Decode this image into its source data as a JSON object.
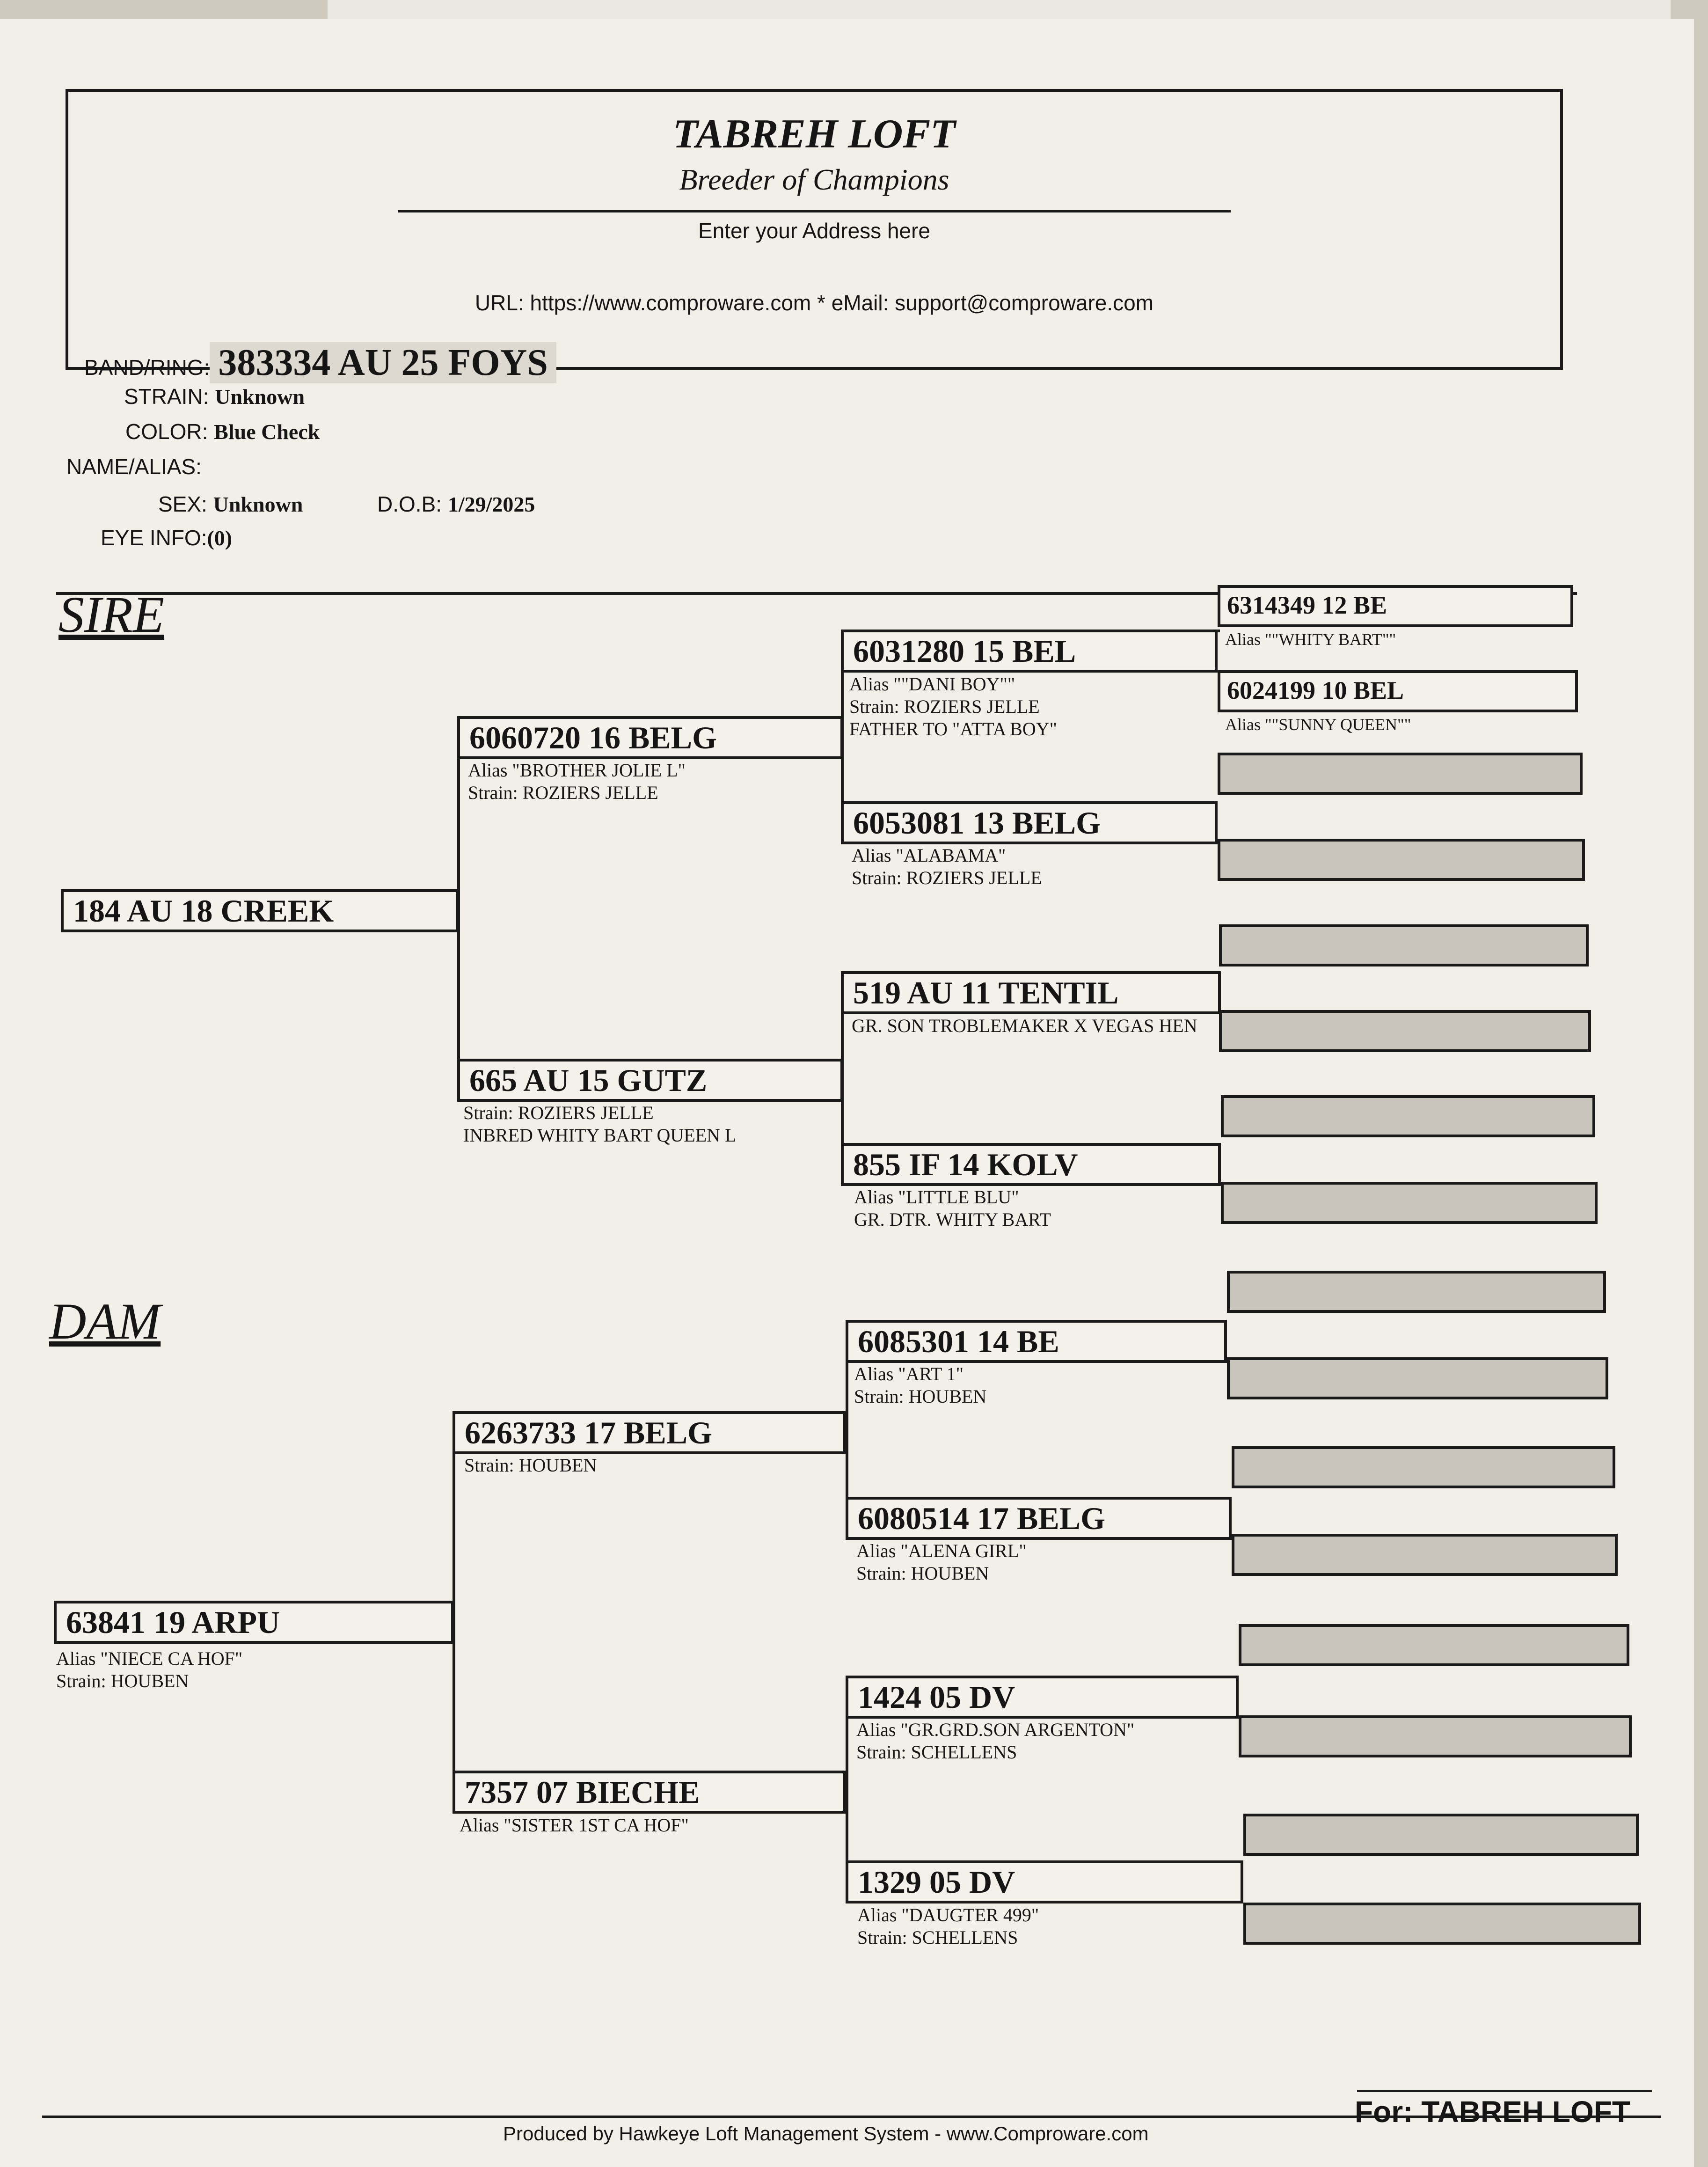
{
  "header": {
    "loft_name": "TABREH LOFT",
    "motto": "Breeder of Champions",
    "address": "Enter your Address here",
    "contact": "URL: https://www.comproware.com * eMail: support@comproware.com"
  },
  "bird": {
    "band_label": "BAND/RING:",
    "band": "383334 AU 25 FOYS",
    "strain_label": "STRAIN:",
    "strain": "Unknown",
    "color_label": "COLOR:",
    "color": "Blue Check",
    "name_label": "NAME/ALIAS:",
    "sex_label": "SEX:",
    "sex": "Unknown",
    "dob_label": "D.O.B:",
    "dob": "1/29/2025",
    "eye_label": "EYE INFO:",
    "eye": "(0)"
  },
  "sections": {
    "sire": "SIRE",
    "dam": "DAM"
  },
  "sire": {
    "band": "184 AU 18 CREEK",
    "sire": {
      "band": "6060720 16 BELG",
      "notes": [
        "Alias \"BROTHER JOLIE L\"",
        "Strain: ROZIERS JELLE"
      ]
    },
    "dam": {
      "band": "665 AU 15 GUTZ",
      "notes": [
        "Strain: ROZIERS JELLE",
        "INBRED WHITY BART QUEEN L"
      ]
    },
    "ss": {
      "band": "6031280 15 BEL",
      "notes": [
        "Alias \"\"DANI BOY\"\"",
        "Strain: ROZIERS JELLE",
        "FATHER TO \"ATTA BOY\""
      ]
    },
    "sd": {
      "band": "6053081 13 BELG",
      "notes": [
        "Alias \"ALABAMA\"",
        "Strain: ROZIERS JELLE"
      ]
    },
    "ds": {
      "band": "519 AU 11 TENTIL",
      "notes": [
        "GR. SON TROBLEMAKER X VEGAS HEN"
      ]
    },
    "dd": {
      "band": "855 IF 14 KOLV",
      "notes": [
        "Alias \"LITTLE BLU\"",
        "GR. DTR. WHITY BART"
      ]
    },
    "sss": {
      "band": "6314349 12 BE",
      "notes": [
        "Alias \"\"WHITY BART\"\""
      ]
    },
    "ssd": {
      "band": "6024199 10 BEL",
      "notes": [
        "Alias \"\"SUNNY QUEEN\"\""
      ]
    }
  },
  "dam": {
    "band": "63841 19 ARPU",
    "notes": [
      "Alias \"NIECE CA HOF\"",
      "Strain: HOUBEN"
    ],
    "sire": {
      "band": "6263733 17 BELG",
      "notes": [
        "Strain: HOUBEN"
      ]
    },
    "dam": {
      "band": "7357 07 BIECHE",
      "notes": [
        "Alias \"SISTER 1ST CA HOF\""
      ]
    },
    "ss": {
      "band": "6085301 14 BE",
      "notes": [
        "Alias \"ART 1\"",
        "Strain: HOUBEN"
      ]
    },
    "sd": {
      "band": "6080514 17 BELG",
      "notes": [
        "Alias \"ALENA GIRL\"",
        "Strain: HOUBEN"
      ]
    },
    "ds": {
      "band": "1424 05 DV",
      "notes": [
        "Alias \"GR.GRD.SON ARGENTON\"",
        "Strain: SCHELLENS"
      ]
    },
    "dd": {
      "band": "1329 05 DV",
      "notes": [
        "Alias \"DAUGTER 499\"",
        "Strain: SCHELLENS"
      ]
    }
  },
  "footer": {
    "produced_by": "Produced by Hawkeye Loft Management System - www.Comproware.com",
    "for_owner": "For: TABREH LOFT"
  }
}
